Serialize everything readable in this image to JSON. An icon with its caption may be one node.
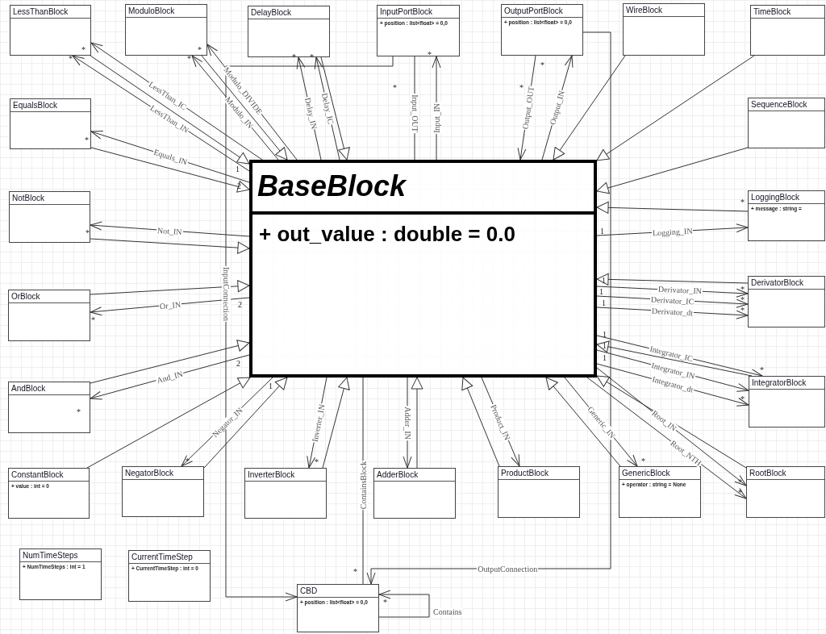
{
  "diagram": {
    "nodes": [
      {
        "text": [
          "LessThanBlock"
        ]
      },
      {
        "text": [
          "ModuloBlock"
        ]
      },
      {
        "text": [
          "DelayBlock"
        ]
      },
      {
        "text": [
          "InputPortBlock",
          "+ position : list<float> = 0,0"
        ]
      },
      {
        "text": [
          "OutputPortBlock",
          "+ position : list<float> = 0,0"
        ]
      },
      {
        "text": [
          "WireBlock"
        ]
      },
      {
        "text": [
          "TimeBlock"
        ]
      },
      {
        "text": [
          "EqualsBlock"
        ]
      },
      {
        "text": [
          "SequenceBlock"
        ]
      },
      {
        "text": [
          "BaseBlock",
          "+ out_value : double = 0.0"
        ]
      },
      {
        "text": [
          "NotBlock"
        ]
      },
      {
        "text": [
          "LoggingBlock",
          "+ message : string ="
        ]
      },
      {
        "text": [
          "OrBlock"
        ]
      },
      {
        "text": [
          "DerivatorBlock"
        ]
      },
      {
        "text": [
          "AndBlock"
        ]
      },
      {
        "text": [
          "IntegratorBlock"
        ]
      },
      {
        "text": [
          "ConstantBlock",
          "+ value : int = 0"
        ]
      },
      {
        "text": [
          "NegatorBlock"
        ]
      },
      {
        "text": [
          "InverterBlock"
        ]
      },
      {
        "text": [
          "AdderBlock"
        ]
      },
      {
        "text": [
          "ProductBlock"
        ]
      },
      {
        "text": [
          "GenericBlock",
          "+ operator : string = None"
        ]
      },
      {
        "text": [
          "RootBlock"
        ]
      },
      {
        "text": [
          "NumTimeSteps",
          "+ NumTimeSteps : int = 1"
        ]
      },
      {
        "text": [
          "CurrentTimeStep",
          "+ CurrentTimeStep : int = 0"
        ]
      },
      {
        "text": [
          "CBD",
          "+ position : list<float> = 0,0"
        ]
      }
    ],
    "edges": [
      {
        "from": 0,
        "to": 9,
        "arrow": "to"
      },
      {
        "from": 9,
        "to": 0,
        "arrow": "to",
        "label": "LessThan_IN"
      },
      {
        "from": 9,
        "to": 0,
        "arrow": "to",
        "label": "LessThan_IC"
      },
      {
        "from": 1,
        "to": 9,
        "arrow": "to"
      },
      {
        "from": 9,
        "to": 1,
        "arrow": "to",
        "label": "Modulo_IN"
      },
      {
        "from": 9,
        "to": 1,
        "arrow": "to",
        "label": "Modulo_DIVIDE"
      },
      {
        "from": 2,
        "to": 9,
        "arrow": "to"
      },
      {
        "from": 9,
        "to": 2,
        "arrow": "to",
        "label": "Delay_IN"
      },
      {
        "from": 9,
        "to": 2,
        "arrow": "to",
        "label": "Delay_IC"
      },
      {
        "from": 9,
        "to": 3,
        "arrow": "to",
        "label": "Input_IN"
      },
      {
        "from": 3,
        "to": 9,
        "arrow": "none",
        "label": "Input_OUT"
      },
      {
        "from": 4,
        "to": 9,
        "arrow": "to",
        "label": "Output_OUT"
      },
      {
        "from": 9,
        "to": 4,
        "arrow": "to",
        "label": "Output_IN"
      },
      {
        "from": 5,
        "to": 9,
        "arrow": "to"
      },
      {
        "from": 6,
        "to": 9,
        "arrow": "to"
      },
      {
        "from": 7,
        "to": 9,
        "arrow": "to"
      },
      {
        "from": 9,
        "to": 7,
        "arrow": "to",
        "label": "Equals_IN"
      },
      {
        "from": 10,
        "to": 9,
        "arrow": "to"
      },
      {
        "from": 9,
        "to": 10,
        "arrow": "to",
        "label": "Not_IN"
      },
      {
        "from": 8,
        "to": 9,
        "arrow": "to"
      },
      {
        "from": 11,
        "to": 9,
        "arrow": "to"
      },
      {
        "from": 9,
        "to": 11,
        "arrow": "to",
        "label": "Logging_IN"
      },
      {
        "from": 12,
        "to": 9,
        "arrow": "to"
      },
      {
        "from": 9,
        "to": 12,
        "arrow": "to",
        "label": "Or_IN"
      },
      {
        "from": 13,
        "to": 9,
        "arrow": "to"
      },
      {
        "from": 9,
        "to": 13,
        "arrow": "to",
        "label": "Derivator_IN"
      },
      {
        "from": 9,
        "to": 13,
        "arrow": "to",
        "label": "Derivator_IC"
      },
      {
        "from": 9,
        "to": 13,
        "arrow": "to",
        "label": "Derivator_dt"
      },
      {
        "from": 14,
        "to": 9,
        "arrow": "to"
      },
      {
        "from": 9,
        "to": 14,
        "arrow": "to",
        "label": "And_IN"
      },
      {
        "from": 15,
        "to": 9,
        "arrow": "to"
      },
      {
        "from": 9,
        "to": 15,
        "arrow": "to",
        "label": "Integrator_IC"
      },
      {
        "from": 9,
        "to": 15,
        "arrow": "to",
        "label": "Integrator_IN"
      },
      {
        "from": 9,
        "to": 15,
        "arrow": "to",
        "label": "Integrator_dt"
      },
      {
        "from": 16,
        "to": 9,
        "arrow": "to"
      },
      {
        "from": 17,
        "to": 9,
        "arrow": "to"
      },
      {
        "from": 9,
        "to": 17,
        "arrow": "to",
        "label": "Negator_IN"
      },
      {
        "from": 18,
        "to": 9,
        "arrow": "to"
      },
      {
        "from": 9,
        "to": 18,
        "arrow": "to",
        "label": "Inverter_IN"
      },
      {
        "from": 19,
        "to": 9,
        "arrow": "to"
      },
      {
        "from": 9,
        "to": 19,
        "arrow": "to",
        "label": "Adder_IN"
      },
      {
        "from": 20,
        "to": 9,
        "arrow": "to"
      },
      {
        "from": 9,
        "to": 20,
        "arrow": "to",
        "label": "Product_IN"
      },
      {
        "from": 21,
        "to": 9,
        "arrow": "to"
      },
      {
        "from": 9,
        "to": 21,
        "arrow": "to",
        "label": "Generic_IN"
      },
      {
        "from": 22,
        "to": 9,
        "arrow": "to"
      },
      {
        "from": 9,
        "to": 22,
        "arrow": "to",
        "label": "Root_IN"
      },
      {
        "from": 9,
        "to": 22,
        "arrow": "to",
        "label": "Root_NTH"
      },
      {
        "from": 3,
        "to": 25,
        "arrow": "to",
        "label": "InputConnection"
      },
      {
        "from": 4,
        "to": 25,
        "arrow": "to",
        "label": "OutputConnection"
      },
      {
        "from": 25,
        "to": 9,
        "arrow": "none",
        "label": "ContainsBlock"
      },
      {
        "from": 25,
        "to": 25,
        "arrow": "to",
        "label": "Contains"
      }
    ],
    "labels": [
      "*",
      "*",
      "*",
      "*",
      "*",
      "*",
      "*",
      "*",
      "*",
      "*",
      "1",
      "2",
      "*",
      "1",
      "*",
      "*",
      "2",
      "*",
      "2",
      "*",
      "1",
      "1",
      "1",
      "*",
      "*",
      "*",
      "1",
      "1",
      "1",
      "*",
      "*",
      "1",
      "*",
      "*",
      "*",
      "*",
      "*",
      "*",
      "*"
    ]
  }
}
